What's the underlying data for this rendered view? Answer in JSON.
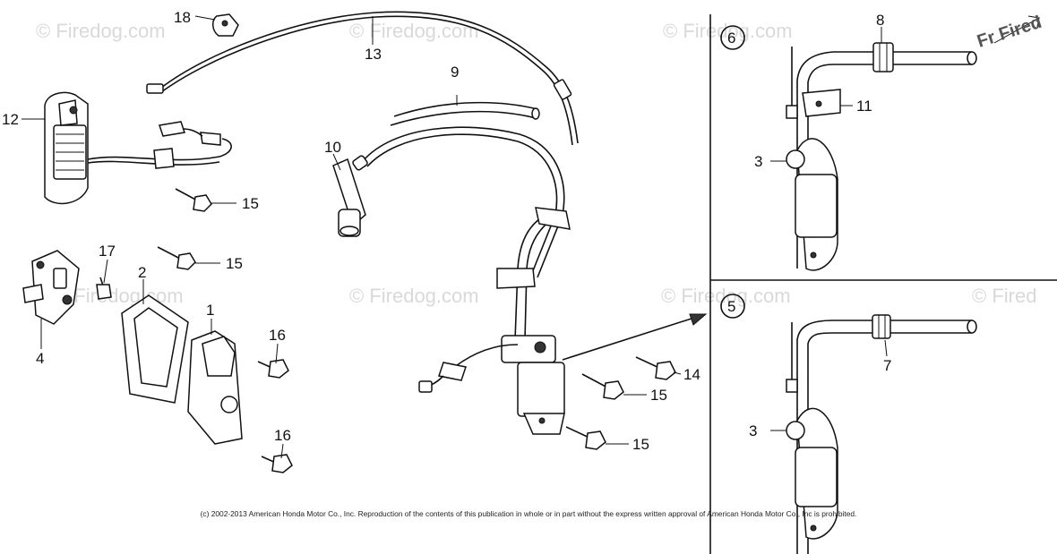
{
  "watermarks": [
    "© Firedog.com",
    "© Firedog.com",
    "© Firedog.com",
    "© Firedog.com",
    "© Firedog.com",
    "© Firedog.com",
    "© Fired",
    "Fr Fired"
  ],
  "callouts": {
    "c1": "1",
    "c2": "2",
    "c3a": "3",
    "c3b": "3",
    "c4": "4",
    "c5": "5",
    "c6": "6",
    "c7": "7",
    "c8": "8",
    "c9": "9",
    "c10": "10",
    "c11": "11",
    "c12": "12",
    "c13": "13",
    "c14": "14",
    "c15a": "15",
    "c15b": "15",
    "c15c": "15",
    "c15d": "15",
    "c16a": "16",
    "c16b": "16",
    "c17": "17",
    "c18": "18"
  },
  "copyright": "(c) 2002-2013 American Honda Motor Co., Inc. Reproduction of the contents of this publication in whole or in part without the express written approval of American Honda Motor Co., Inc is prohibited."
}
